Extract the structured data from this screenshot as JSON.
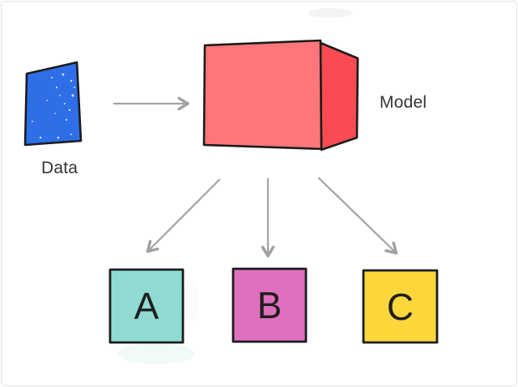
{
  "frame": {
    "background": "#ffffff",
    "border_color": "#e3e3e3"
  },
  "diagram": {
    "nodes": {
      "data": {
        "label": "Data",
        "fill": "#2e6fe8"
      },
      "model": {
        "label": "Model",
        "front_fill": "#fd767a",
        "side_fill": "#fa4b52"
      },
      "output_a": {
        "label": "A",
        "fill": "#8fdbd1"
      },
      "output_b": {
        "label": "B",
        "fill": "#df70bf"
      },
      "output_c": {
        "label": "C",
        "fill": "#fcd63b"
      }
    },
    "colors": {
      "arrow": "#a2a2a2",
      "outline": "#1b1b1b",
      "text": "#333333"
    }
  }
}
